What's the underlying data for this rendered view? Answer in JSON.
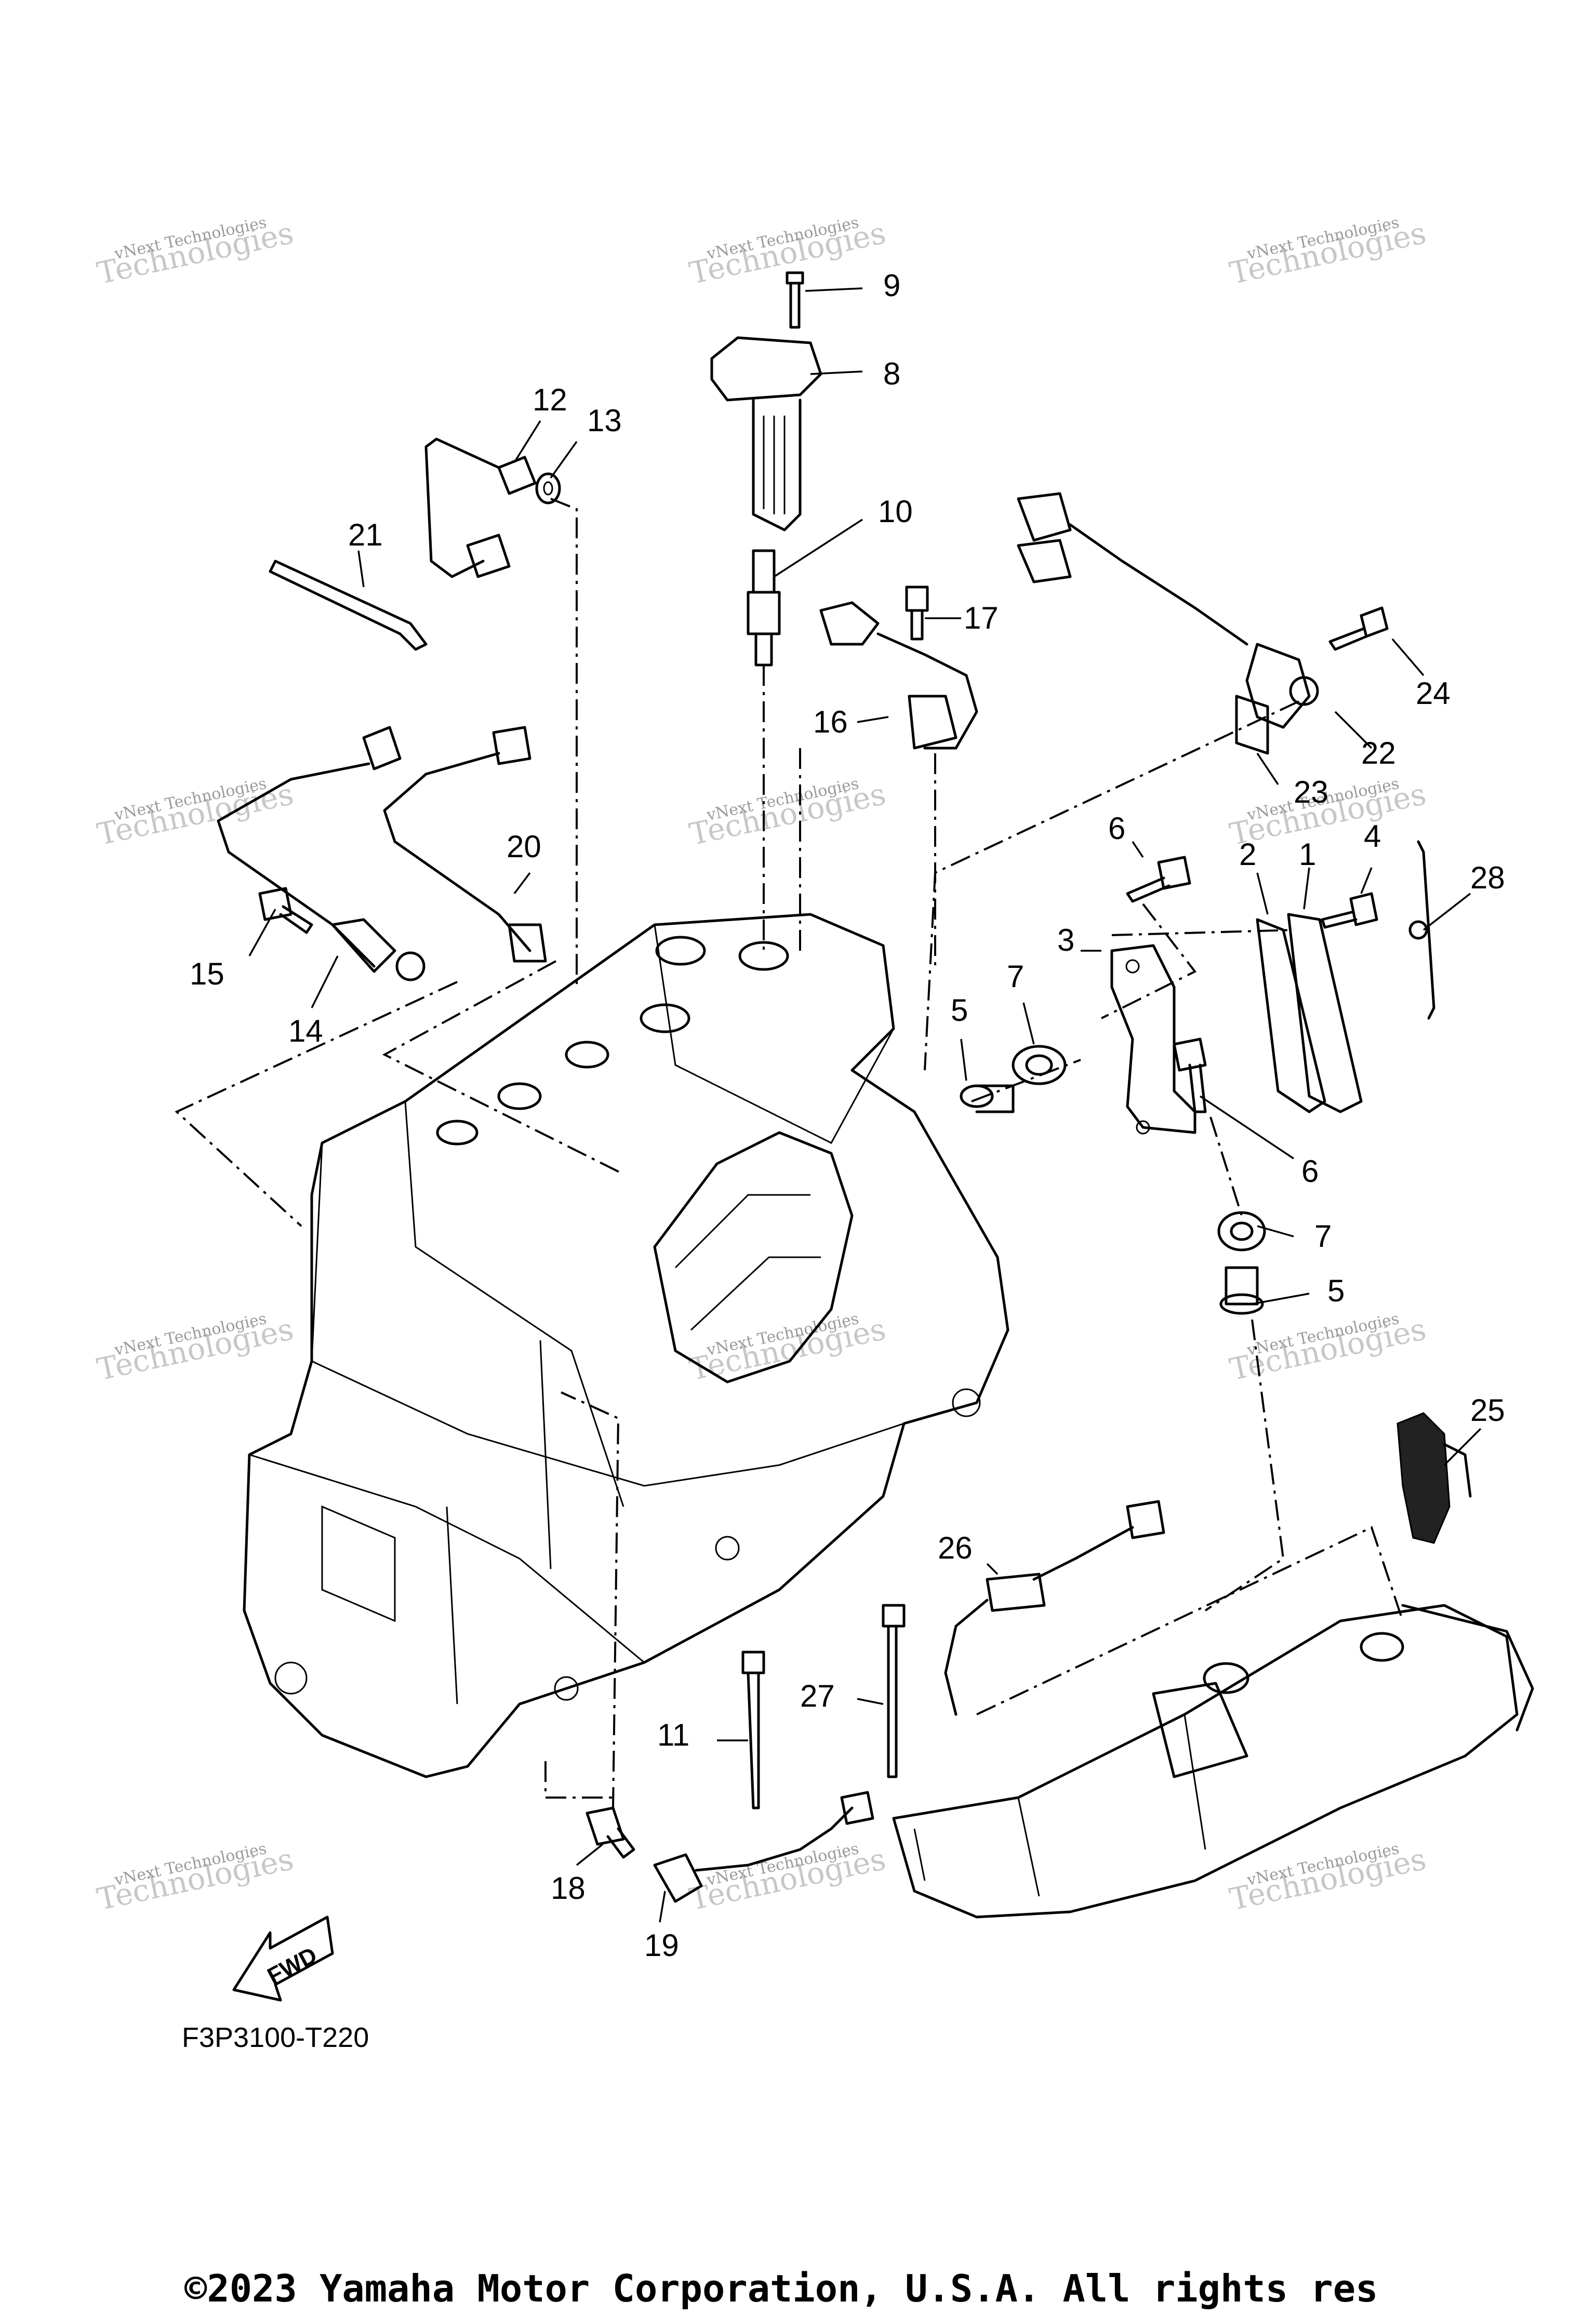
{
  "diagram": {
    "callouts": [
      "1",
      "2",
      "3",
      "4",
      "5",
      "5",
      "6",
      "6",
      "7",
      "7",
      "8",
      "9",
      "10",
      "11",
      "12",
      "13",
      "14",
      "15",
      "16",
      "17",
      "18",
      "19",
      "20",
      "21",
      "22",
      "23",
      "24",
      "25",
      "26",
      "27",
      "28"
    ],
    "fwd_label": "FWD",
    "diagram_code": "F3P3100-T220",
    "copyright": "©2023 Yamaha Motor Corporation, U.S.A. All rights res",
    "watermark_small": "vNext Technologies",
    "watermark_large": "Technologies"
  }
}
